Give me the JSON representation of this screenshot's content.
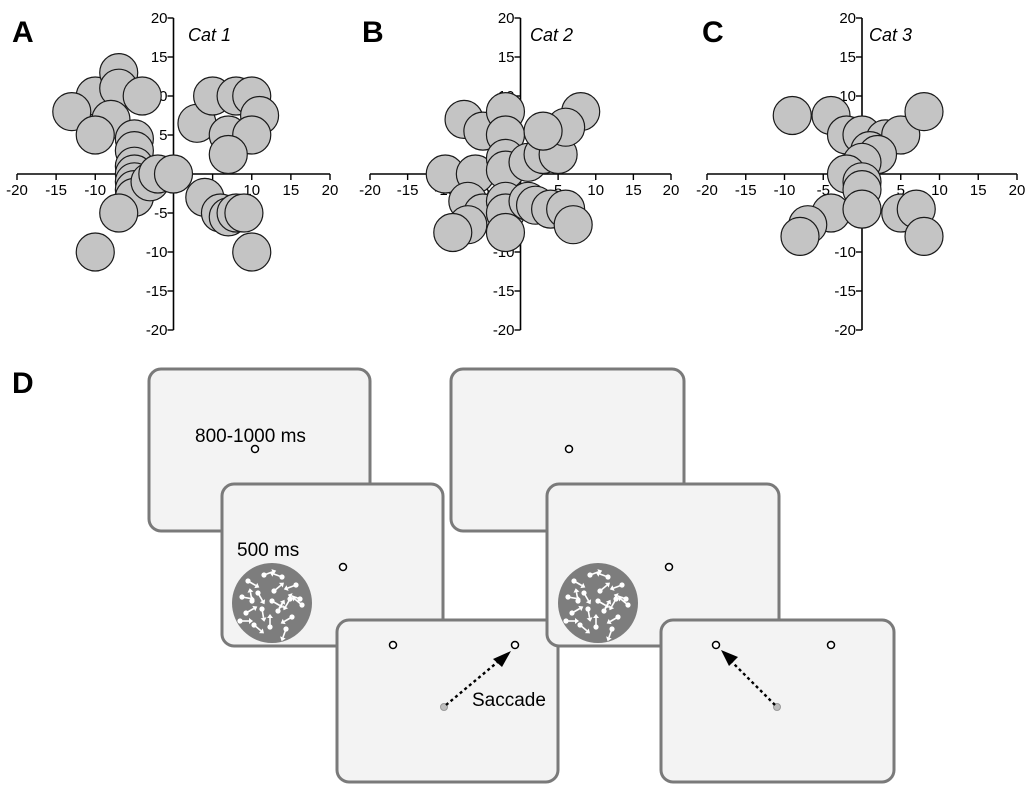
{
  "panels": {
    "A": {
      "letter": "A",
      "title": "Cat 1"
    },
    "B": {
      "letter": "B",
      "title": "Cat 2"
    },
    "C": {
      "letter": "C",
      "title": "Cat 3"
    },
    "D": {
      "letter": "D"
    }
  },
  "axis": {
    "x_ticks": [
      -20,
      -15,
      -10,
      -5,
      5,
      10,
      15,
      20
    ],
    "y_ticks": [
      20,
      15,
      10,
      5,
      -5,
      -10,
      -15,
      -20
    ]
  },
  "chart_data": [
    {
      "type": "scatter",
      "title": "Cat 1",
      "xlim": [
        -20,
        20
      ],
      "ylim": [
        -20,
        20
      ],
      "points": [
        [
          -10,
          10
        ],
        [
          -7,
          13
        ],
        [
          -7,
          11
        ],
        [
          -4,
          10
        ],
        [
          -13,
          8
        ],
        [
          -8,
          7
        ],
        [
          -10,
          5
        ],
        [
          -5,
          4.5
        ],
        [
          -5,
          3
        ],
        [
          -5,
          1
        ],
        [
          -5,
          0
        ],
        [
          -5,
          -1
        ],
        [
          -5,
          -2
        ],
        [
          -5,
          -3
        ],
        [
          -7,
          -5
        ],
        [
          -3,
          -1
        ],
        [
          -2,
          0
        ],
        [
          0,
          0
        ],
        [
          3,
          6.5
        ],
        [
          5,
          10
        ],
        [
          8,
          10
        ],
        [
          10,
          10
        ],
        [
          11,
          7.5
        ],
        [
          7,
          5
        ],
        [
          10,
          5
        ],
        [
          7,
          2.5
        ],
        [
          4,
          -3
        ],
        [
          6,
          -5
        ],
        [
          7,
          -5.5
        ],
        [
          8,
          -5
        ],
        [
          9,
          -5
        ],
        [
          -10,
          -10
        ],
        [
          10,
          -10
        ]
      ],
      "grid": false
    },
    {
      "type": "scatter",
      "title": "Cat 2",
      "xlim": [
        -20,
        20
      ],
      "ylim": [
        -20,
        20
      ],
      "points": [
        [
          -7.5,
          7
        ],
        [
          -5,
          5.5
        ],
        [
          -10,
          0
        ],
        [
          -6,
          0
        ],
        [
          -2,
          8
        ],
        [
          -2,
          5
        ],
        [
          -2,
          2
        ],
        [
          -2,
          0.5
        ],
        [
          1,
          1.5
        ],
        [
          3,
          2.5
        ],
        [
          5,
          2.5
        ],
        [
          8,
          8
        ],
        [
          6,
          6
        ],
        [
          3,
          5.5
        ],
        [
          -7,
          -3.5
        ],
        [
          -5,
          -5
        ],
        [
          -7,
          -6.5
        ],
        [
          -9,
          -7.5
        ],
        [
          -2,
          -3.5
        ],
        [
          -2,
          -5
        ],
        [
          -2,
          -7.5
        ],
        [
          1,
          -3.5
        ],
        [
          2,
          -4
        ],
        [
          4,
          -4.5
        ],
        [
          6,
          -4.5
        ],
        [
          7,
          -6.5
        ]
      ],
      "grid": false
    },
    {
      "type": "scatter",
      "title": "Cat 3",
      "xlim": [
        -20,
        20
      ],
      "ylim": [
        -20,
        20
      ],
      "points": [
        [
          -9,
          7.5
        ],
        [
          -4,
          7.5
        ],
        [
          -2,
          5
        ],
        [
          0,
          5
        ],
        [
          3,
          4.5
        ],
        [
          5,
          5
        ],
        [
          8,
          8
        ],
        [
          1,
          3
        ],
        [
          2,
          2.5
        ],
        [
          0,
          1.5
        ],
        [
          -2,
          0
        ],
        [
          0,
          -1
        ],
        [
          0,
          -2
        ],
        [
          -4,
          -5
        ],
        [
          -7,
          -6.5
        ],
        [
          -8,
          -8
        ],
        [
          0,
          -4.5
        ],
        [
          5,
          -5
        ],
        [
          7,
          -4.5
        ],
        [
          8,
          -8
        ]
      ],
      "grid": false
    }
  ],
  "task": {
    "fixation_label": "800-1000 ms",
    "stimulus_label": "500 ms",
    "saccade_label": "Saccade"
  },
  "colors": {
    "blob_fill": "#c4c4c4",
    "screen_fill": "#f3f3f3",
    "screen_border": "#7a7a7a",
    "rdk_fill": "#7d7d7d"
  }
}
